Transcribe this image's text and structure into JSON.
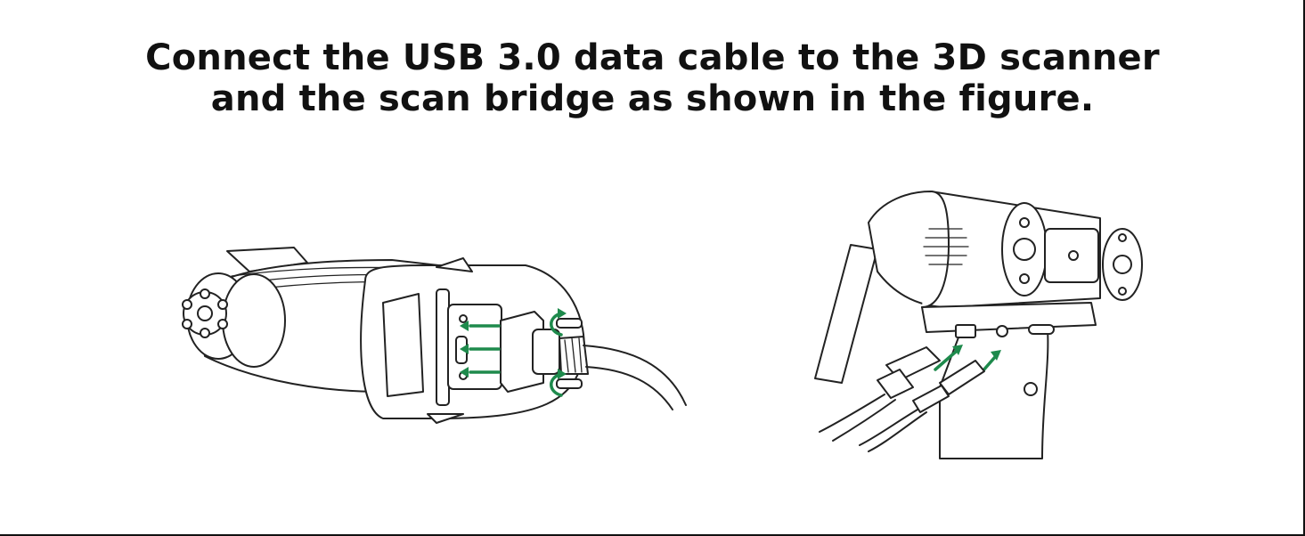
{
  "instruction": {
    "line1": "Connect the USB 3.0 data cable to the 3D scanner",
    "line2": "and the scan bridge as shown in the figure."
  },
  "figures": [
    {
      "name": "scanner-usb-connection",
      "depicts": "3D scanner with USB 3.0 cable plugged in and screws tightened"
    },
    {
      "name": "scan-bridge-connection",
      "depicts": "scan bridge with USB and power cables plugged in"
    }
  ],
  "accent_color": "#1e8a4c"
}
